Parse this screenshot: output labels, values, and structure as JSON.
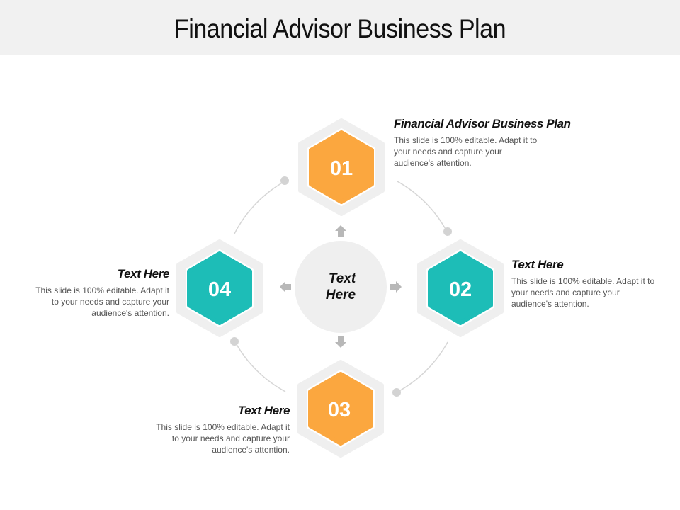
{
  "header": {
    "title": "Financial Advisor Business Plan"
  },
  "colors": {
    "orange": "#fba73f",
    "teal": "#1dbdb7",
    "hex_ring": "#efefef",
    "center": "#efefef",
    "arrow": "#b8b8b8",
    "arc": "#d6d6d6",
    "dot": "#d3d3d3"
  },
  "center": {
    "line1": "Text",
    "line2": "Here"
  },
  "steps": [
    {
      "number": "01",
      "color": "orange",
      "heading": "Financial Advisor Business Plan",
      "body": "This slide is 100% editable. Adapt it to your needs and capture your audience's attention."
    },
    {
      "number": "02",
      "color": "teal",
      "heading": "Text Here",
      "body": "This slide is 100% editable. Adapt it to your needs and capture your audience's attention."
    },
    {
      "number": "03",
      "color": "orange",
      "heading": "Text Here",
      "body": "This slide is 100% editable. Adapt it to your needs and capture your audience's attention."
    },
    {
      "number": "04",
      "color": "teal",
      "heading": "Text Here",
      "body": "This slide is 100% editable. Adapt it to your needs and capture your audience's attention."
    }
  ]
}
